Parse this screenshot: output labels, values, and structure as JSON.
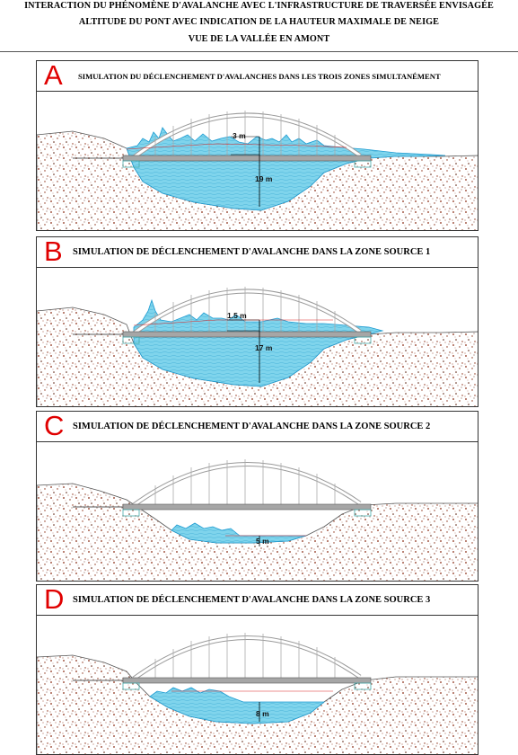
{
  "header": {
    "line1": "INTERACTION DU PHÉNOMÈNE D'AVALANCHE AVEC L'INFRASTRUCTURE DE TRAVERSÉE ENVISAGÉE",
    "line2": "ALTITUDE DU PONT AVEC INDICATION DE LA HAUTEUR MAXIMALE DE NEIGE",
    "line3": "VUE DE LA VALLÉE EN AMONT"
  },
  "panels": [
    {
      "letter": "A",
      "title": "SIMULATION DU DÉCLENCHEMENT D'AVALANCHES DANS LES TROIS ZONES SIMULTANÉMENT",
      "snow_above": "3 m",
      "snow_depth": "19 m"
    },
    {
      "letter": "B",
      "title": "SIMULATION DE DÉCLENCHEMENT D'AVALANCHE DANS LA ZONE SOURCE 1",
      "snow_above": "1.5 m",
      "snow_depth": "17 m"
    },
    {
      "letter": "C",
      "title": "SIMULATION DE DÉCLENCHEMENT D'AVALANCHE DANS LA ZONE SOURCE 2",
      "snow_depth": "5 m"
    },
    {
      "letter": "D",
      "title": "SIMULATION DE DÉCLENCHEMENT D'AVALANCHE DANS LA ZONE SOURCE 3",
      "snow_depth": "8 m"
    }
  ],
  "colors": {
    "snow": "#7fd4ec",
    "snow_line": "#1d9bd1",
    "terrain_dots": "#8a2a10",
    "arch": "#9a9a9a",
    "deck": "#a6a6a6",
    "accent": "#e00000"
  }
}
